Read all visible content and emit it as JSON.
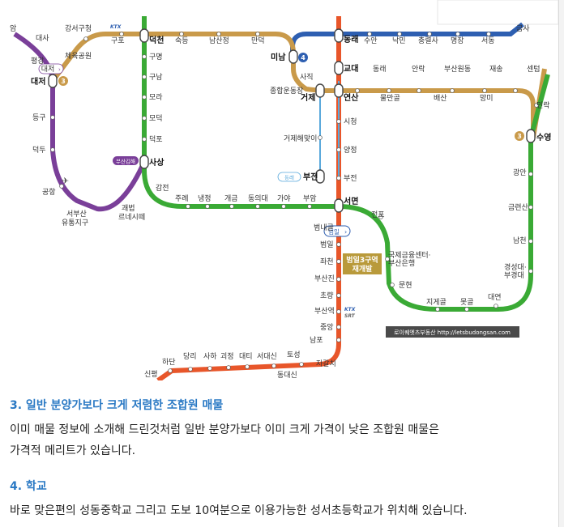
{
  "map": {
    "stations": {
      "daejeo_top_left": "암",
      "daesa": "대사",
      "gangseo_gucheong": "강서구청",
      "gupo": "구포",
      "deokcheon": "덕천",
      "sukdeung": "숙등",
      "namsanjeong": "남산정",
      "mandeok": "만덕",
      "minam": "미남",
      "dongnae": "동래",
      "suan": "수안",
      "nakmin": "낙민",
      "chungnyeolsa": "충렬사",
      "myeongjang": "명장",
      "seodong": "서동",
      "geumsa": "금사",
      "sajik": "사직",
      "sports_complex": "종합운동장",
      "geoje": "거제",
      "gyodae": "교대",
      "dongnae2": "동래",
      "allak": "안락",
      "busan_wondong": "부산원동",
      "jaesong": "재송",
      "centum": "센텀",
      "yeonsan": "연산",
      "mulmangol": "물만골",
      "baesan": "배산",
      "mangmi": "망미",
      "millak": "민락",
      "suyeong": "수영",
      "sports_park": "체육공원",
      "pyeonggang": "평강",
      "daejeo": "대저",
      "deungu": "등구",
      "deokdu": "덕두",
      "gonghang": "공항",
      "seobusan_yutong": "서부산\n유통지구",
      "gwaebeop": "괘법\n르네시떼",
      "sasang": "사상",
      "guyeong": "구명",
      "gunam": "구남",
      "mora": "모라",
      "modeok": "모덕",
      "deokpo": "덕포",
      "gamjeon": "감전",
      "jurye": "주례",
      "naengjeong": "냉정",
      "gaegeum": "개금",
      "dongeui": "동의대",
      "gaya": "가야",
      "buam": "부암",
      "seomyeon": "서면",
      "jeonpo": "전포",
      "geoje_haemaji": "거제해맞이",
      "bujeon": "부전",
      "sicheong": "시청",
      "yangjeong": "양정",
      "bujeon2": "부전",
      "beomnaegol": "범내골",
      "beomil": "범일",
      "jwacheon": "좌천",
      "busanjin": "부산진",
      "choryang": "초량",
      "busanyeok": "부산역",
      "jungang": "중앙",
      "nampo": "남포",
      "jagalchi": "자갈치",
      "todeong": "토성",
      "dongdaesin": "동대신",
      "seodaesin": "서대신",
      "daeti": "대티",
      "goejeong": "괴정",
      "saha": "사하",
      "dangni": "당리",
      "hadan": "하단",
      "sinpyeong": "신평",
      "munhyeon": "문현",
      "ifc": "국제금융센터·\n부산은행",
      "jigegol": "지게골",
      "motgol": "못골",
      "daeyeon": "대연",
      "kyungsung": "경성대·\n부경대",
      "namcheon": "남천",
      "geumnyeonsan": "금련산",
      "gwangan": "광안",
      "busan_gimhae": "부산김해",
      "beomil_label": "범일"
    },
    "line_numbers": {
      "line3": "3",
      "line4": "4"
    },
    "callout": {
      "line1": "범일3구역",
      "line2": "재개발"
    },
    "attribution": "로이퀘엣츠부동산 http://letsbudongsan.com",
    "ktx_badge": "KTX",
    "srt_badge": "SRT"
  },
  "sections": [
    {
      "title": "3. 일반 분양가보다 크게 저렴한 조합원 매물",
      "body_line1": "이미 매물 정보에 소개해 드린것처럼 일반 분양가보다 이미 크게 가격이 낮은 조합원 매물은",
      "body_line2": "가격적 메리트가 있습니다."
    },
    {
      "title": "4. 학교",
      "body_line1": "바로 맞은편의 성동중학교 그리고 도보 10여분으로 이용가능한 성서초등학교가 위치해 있습니다."
    }
  ],
  "colors": {
    "line1": "#e8562a",
    "line2": "#3aaa35",
    "line3": "#c99a4a",
    "line4": "#2e5fb1",
    "bgl": "#7a3f99",
    "donghae": "#5aa9dc",
    "heading_blue": "#2a79c4",
    "callout_bg": "#b99a3b"
  }
}
